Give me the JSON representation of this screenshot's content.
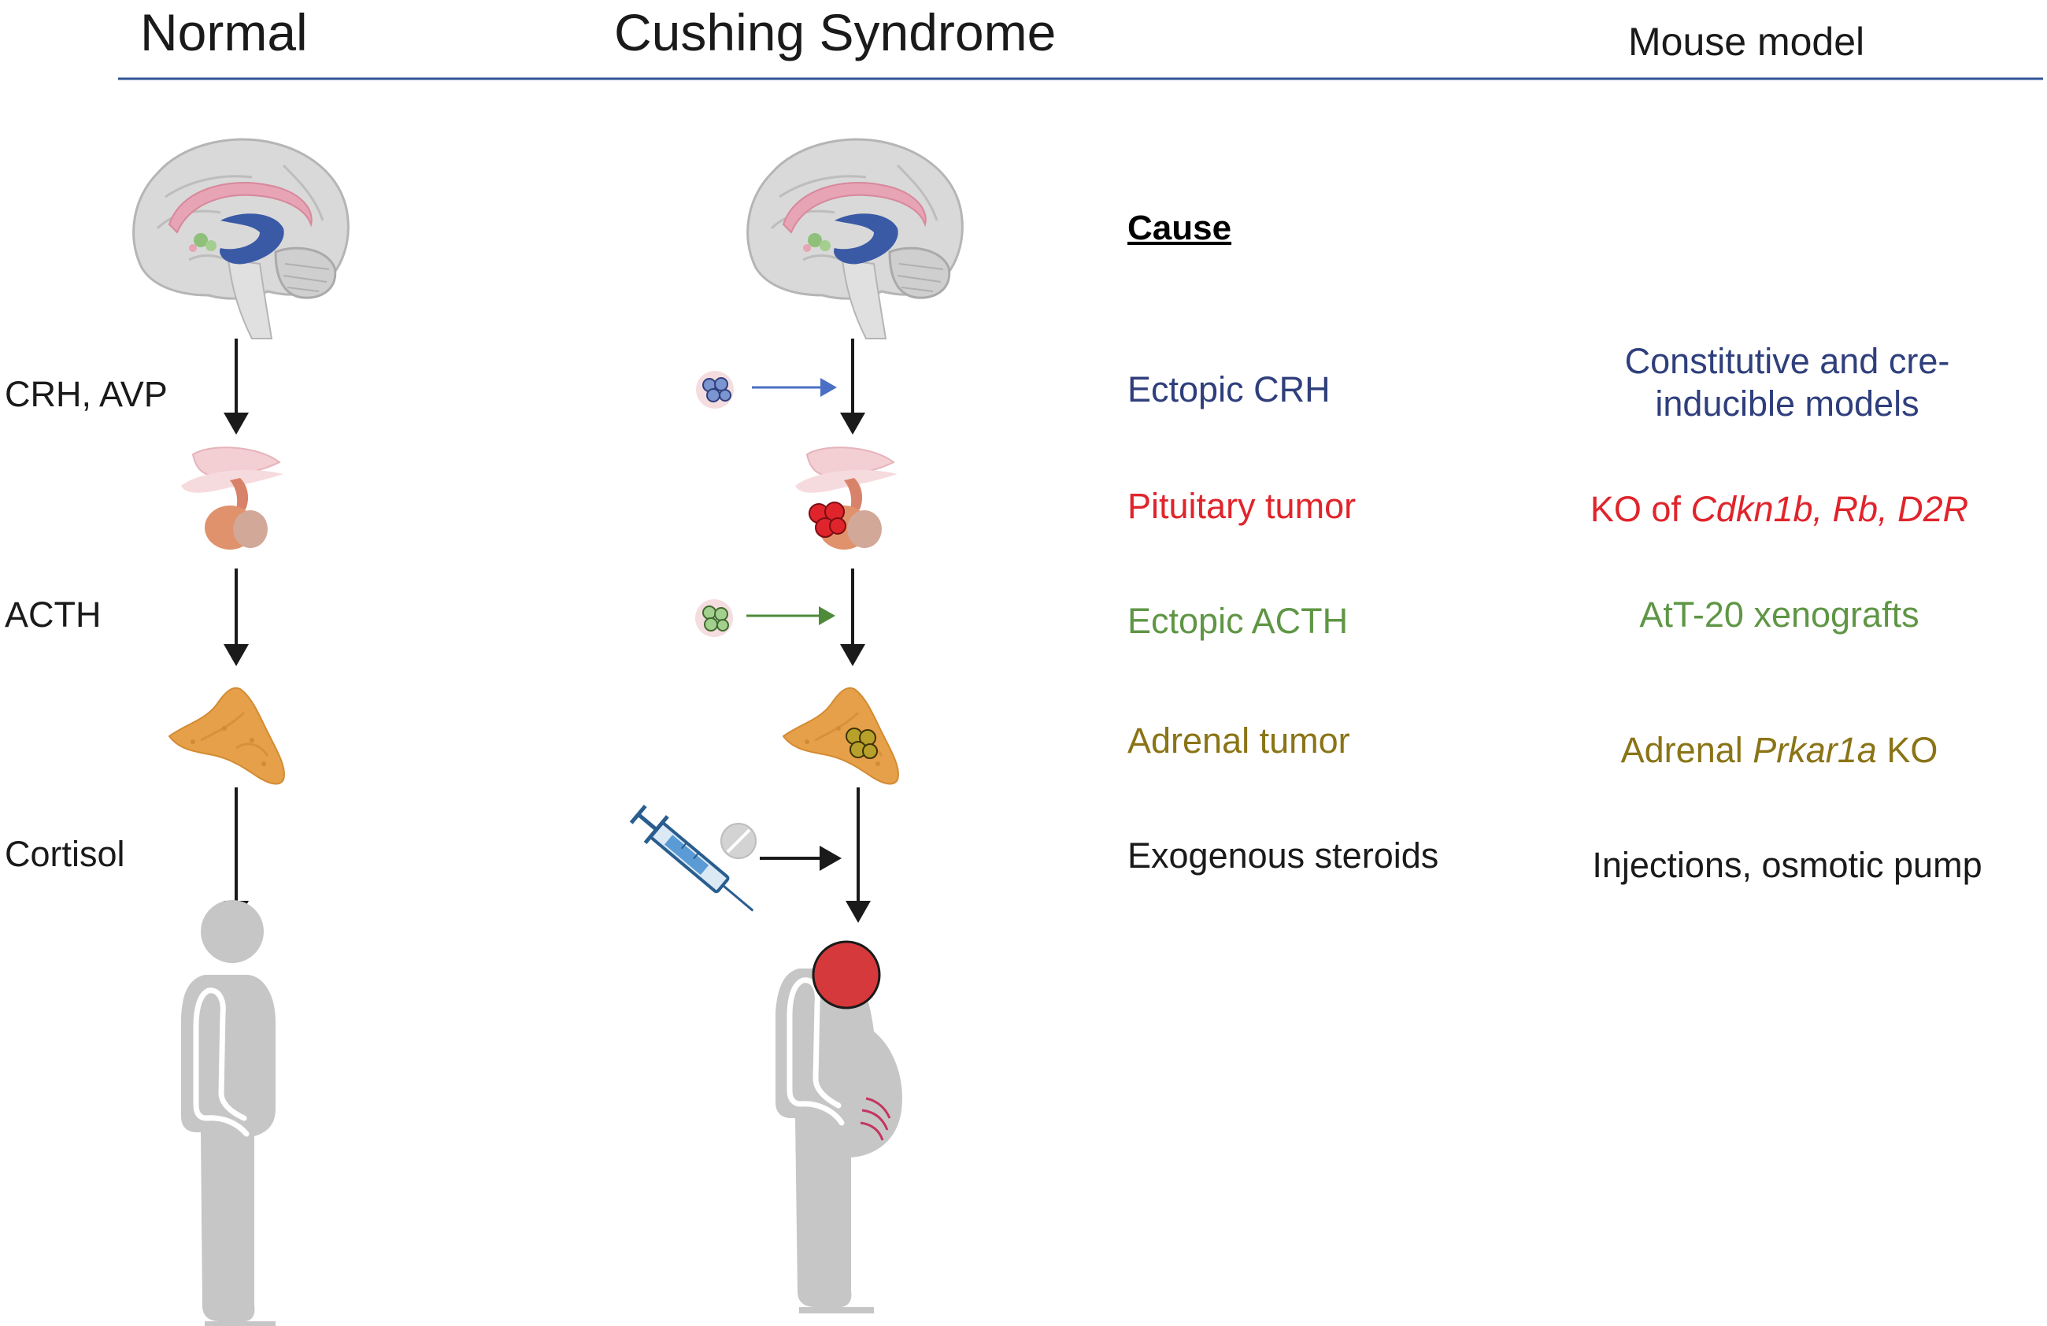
{
  "headers": {
    "normal": "Normal",
    "cushing": "Cushing Syndrome",
    "mouse_model": "Mouse model"
  },
  "normal_axis_labels": {
    "crh_avp": "CRH, AVP",
    "acth": "ACTH",
    "cortisol": "Cortisol"
  },
  "cause_title": "Cause",
  "causes": [
    {
      "text": "Ectopic CRH",
      "color": "#2f3f7c"
    },
    {
      "text": "Pituitary tumor",
      "color": "#e0242b"
    },
    {
      "text": "Ectopic ACTH",
      "color": "#5f9645"
    },
    {
      "text": "Adrenal tumor",
      "color": "#8a7416"
    },
    {
      "text": "Exogenous steroids",
      "color": "#1a1a1a"
    }
  ],
  "models": {
    "crh_line1": "Constitutive and cre-",
    "crh_line2": "inducible models",
    "pit_prefix": "KO of ",
    "pit_genes": "Cdkn1b, Rb, D2R",
    "acth": "AtT-20 xenografts",
    "adr_prefix": "Adrenal ",
    "adr_gene": "Prkar1a",
    "adr_suffix": " KO",
    "exo": "Injections, osmotic pump"
  },
  "colors": {
    "crh_blue": "#2f3f7c",
    "pituitary_red": "#e0242b",
    "acth_green": "#5f9645",
    "adrenal_olive": "#8a7416",
    "divider": "#2f5597",
    "silhouette": "#c6c6c6",
    "adrenal": "#e6a04a",
    "cushing_head": "#d6393c"
  },
  "icons": {
    "brain": "brain-icon",
    "pituitary": "pituitary-icon",
    "adrenal": "adrenal-gland-icon",
    "person": "person-silhouette-icon",
    "cells": "cell-cluster-icon",
    "syringe": "syringe-icon",
    "pill": "pill-icon"
  }
}
